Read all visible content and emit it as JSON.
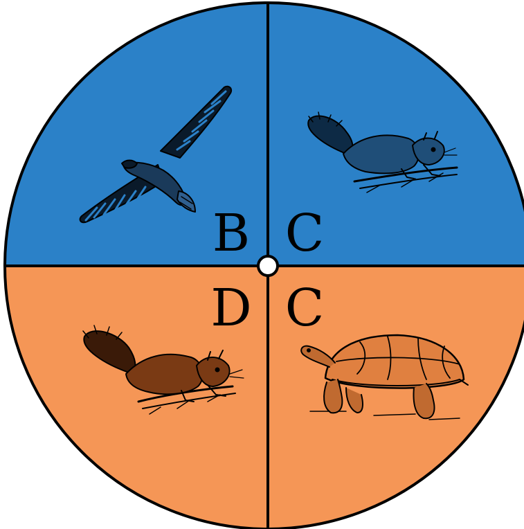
{
  "diagram": {
    "colors": {
      "top_half": "#2b81c8",
      "bottom_half": "#f59656",
      "outline": "#000000",
      "center_dot": "#ffffff"
    },
    "quadrants": [
      {
        "id": "top-left",
        "letter": "B",
        "animal": "hawk"
      },
      {
        "id": "top-right",
        "letter": "C",
        "animal": "squirrel"
      },
      {
        "id": "bottom-left",
        "letter": "D",
        "animal": "squirrel"
      },
      {
        "id": "bottom-right",
        "letter": "C",
        "animal": "tortoise"
      }
    ]
  }
}
